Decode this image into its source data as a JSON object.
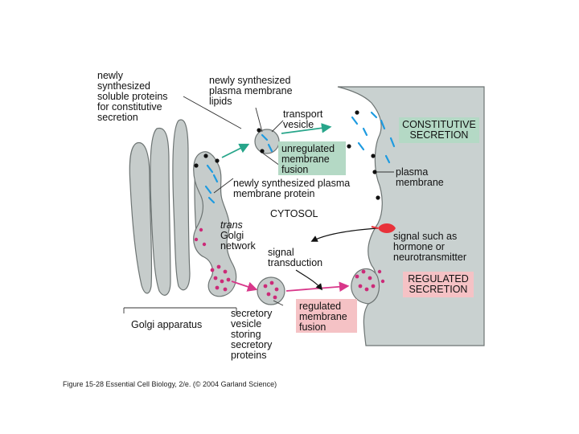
{
  "labels": {
    "newly_soluble": [
      "newly",
      "synthesized",
      "soluble proteins",
      "for constitutive",
      "secretion"
    ],
    "newly_lipids": [
      "newly synthesized",
      "plasma membrane",
      "lipids"
    ],
    "transport_vesicle": [
      "transport",
      "vesicle"
    ],
    "constitutive_secretion": [
      "CONSTITUTIVE",
      "SECRETION"
    ],
    "unregulated_fusion": [
      "unregulated",
      "membrane",
      "fusion"
    ],
    "plasma_membrane": [
      "plasma",
      "membrane"
    ],
    "newly_protein": [
      "newly synthesized plasma",
      "membrane protein"
    ],
    "cytosol": "CYTOSOL",
    "trans_golgi": [
      "trans",
      "Golgi",
      "network"
    ],
    "signal_such_as": [
      "signal such as",
      "hormone or",
      "neurotransmitter"
    ],
    "signal_transduction": [
      "signal",
      "transduction"
    ],
    "regulated_secretion": [
      "REGULATED",
      "SECRETION"
    ],
    "regulated_fusion": [
      "regulated",
      "membrane",
      "fusion"
    ],
    "secretory_vesicle": [
      "secretory",
      "vesicle",
      "storing",
      "secretory",
      "proteins"
    ],
    "golgi_apparatus": "Golgi apparatus"
  },
  "caption": "Figure 15-28  Essential Cell Biology, 2/e. (© 2004 Garland Science)",
  "colors": {
    "cell_gray": "#c9d1d0",
    "organelle_gray": "#c6cccb",
    "green_box": "#b4d9c5",
    "pink_box": "#f5c2c5",
    "arrow_green": "#27a58a",
    "arrow_pink": "#d8378a",
    "dot_magenta": "#cc2a78",
    "dash_blue": "#1e9be0",
    "signal_red": "#e8323a"
  }
}
